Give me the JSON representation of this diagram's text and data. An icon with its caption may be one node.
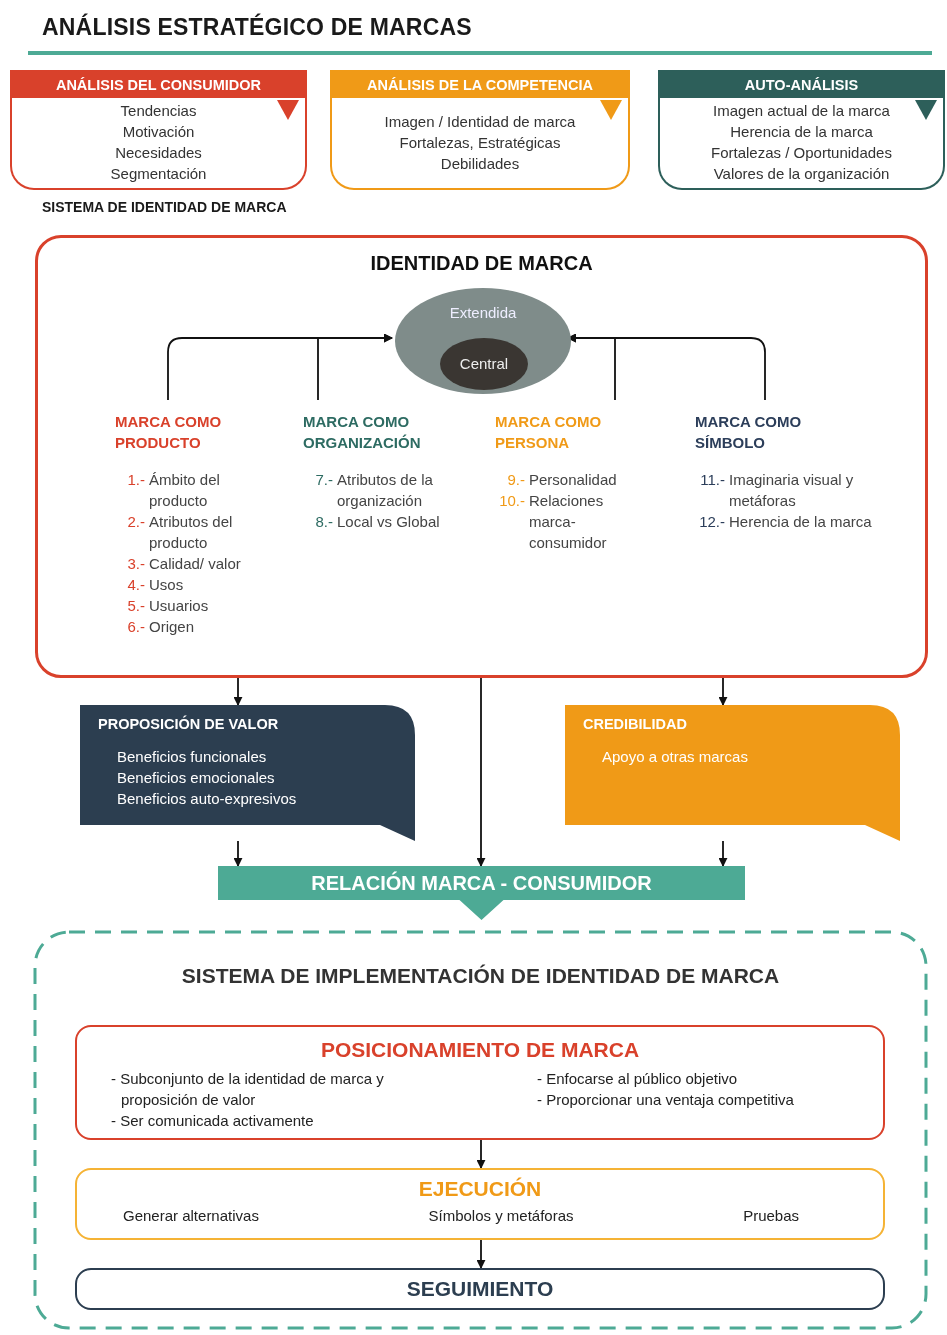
{
  "diagram": {
    "title": "ANÁLISIS ESTRATÉGICO DE MARCAS",
    "nodes": [
      {
        "text": [
          "ANÁLISIS DEL CONSUMIDOR",
          "Tendencias",
          "Motivación",
          "Necesidades",
          "Segmentación"
        ]
      },
      {
        "text": [
          "ANÁLISIS DE LA COMPETENCIA",
          "Imagen / Identidad de marca",
          "Fortalezas, Estratégicas",
          "Debilidades"
        ]
      },
      {
        "text": [
          "AUTO-ANÁLISIS",
          "Imagen actual de la marca",
          "Herencia de la marca",
          "Fortalezas / Oportunidades",
          "Valores de la organización"
        ]
      },
      {
        "text": [
          "IDENTIDAD DE MARCA"
        ]
      },
      {
        "text": [
          "Extendida"
        ],
        "in": 3
      },
      {
        "text": [
          "Central"
        ],
        "in": 4
      },
      {
        "text": [
          "MARCA COMO PRODUCTO",
          "1.- Ámbito del producto",
          "2.- Atributos del producto",
          "3.- Calidad/ valor",
          "4.- Usos",
          "5.- Usuarios",
          "6.- Origen"
        ],
        "in": 3
      },
      {
        "text": [
          "MARCA COMO ORGANIZACIÓN",
          "7.- Atributos de la organización",
          "8.- Local vs Global"
        ],
        "in": 3
      },
      {
        "text": [
          "MARCA COMO PERSONA",
          "9.- Personalidad",
          "10.- Relaciones marca-consumidor"
        ],
        "in": 3
      },
      {
        "text": [
          "MARCA COMO SÍMBOLO",
          "11.- Imaginaria visual y metáforas",
          "12.- Herencia de la marca"
        ],
        "in": 3
      },
      {
        "text": [
          "PROPOSICIÓN DE VALOR",
          "Beneficios funcionales",
          "Beneficios emocionales",
          "Beneficios auto-expresivos"
        ]
      },
      {
        "text": [
          "CREDIBILIDAD",
          "Apoyo a otras marcas"
        ]
      },
      {
        "text": [
          "RELACIÓN MARCA - CONSUMIDOR"
        ]
      },
      {
        "text": [
          "SISTEMA DE IMPLEMENTACIÓN DE IDENTIDAD DE MARCA"
        ]
      },
      {
        "text": [
          "POSICIONAMIENTO DE MARCA",
          "- Subconjunto de la identidad de marca y proposición de valor",
          "- Ser comunicada activamente",
          "- Enfocarse al público objetivo",
          "- Proporcionar una ventaja competitiva"
        ],
        "in": 13
      },
      {
        "text": [
          "EJECUCIÓN",
          "Generar alternativas",
          "Símbolos y metáforas",
          "Pruebas"
        ],
        "in": 13
      },
      {
        "text": [
          "SEGUIMIENTO"
        ],
        "in": 13
      }
    ],
    "edges": [
      {
        "from": 6,
        "to": 4,
        "arrow": "to"
      },
      {
        "from": 7,
        "to": 4,
        "arrow": "to"
      },
      {
        "from": 8,
        "to": 4,
        "arrow": "to"
      },
      {
        "from": 9,
        "to": 4,
        "arrow": "to"
      },
      {
        "from": 3,
        "to": 10,
        "arrow": "to"
      },
      {
        "from": 3,
        "to": 12,
        "arrow": "to"
      },
      {
        "from": 3,
        "to": 11,
        "arrow": "to"
      },
      {
        "from": 10,
        "to": 12,
        "arrow": "to"
      },
      {
        "from": 11,
        "to": 12,
        "arrow": "to"
      },
      {
        "from": 14,
        "to": 15,
        "arrow": "to"
      },
      {
        "from": 15,
        "to": 16,
        "arrow": "to"
      }
    ],
    "labels": [
      "SISTEMA DE IDENTIDAD DE MARCA"
    ]
  }
}
